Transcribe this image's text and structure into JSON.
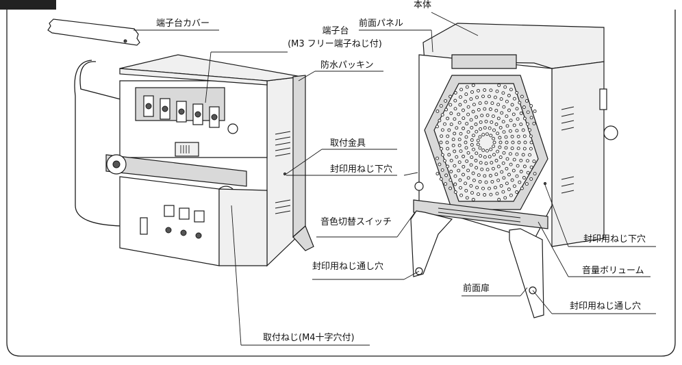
{
  "header": {
    "title_partial": "各部の名称"
  },
  "labels": {
    "terminal_cover": "端子台カバー",
    "terminal_block_line1": "端子台",
    "terminal_block_line2": "(M3 フリー端子ねじ付)",
    "waterproof_packing": "防水パッキン",
    "mounting_bracket": "取付金具",
    "sealing_screw_hole_lower_left": "封印用ねじ下穴",
    "tone_switch": "音色切替スイッチ",
    "sealing_screw_through_hole_left": "封印用ねじ通し穴",
    "mounting_screw": "取付ねじ(M4十字穴付)",
    "main_body": "本体",
    "front_panel": "前面パネル",
    "sealing_screw_hole_lower_right": "封印用ねじ下穴",
    "volume": "音量ボリューム",
    "front_door": "前面扉",
    "sealing_screw_through_hole_right": "封印用ねじ通し穴"
  }
}
